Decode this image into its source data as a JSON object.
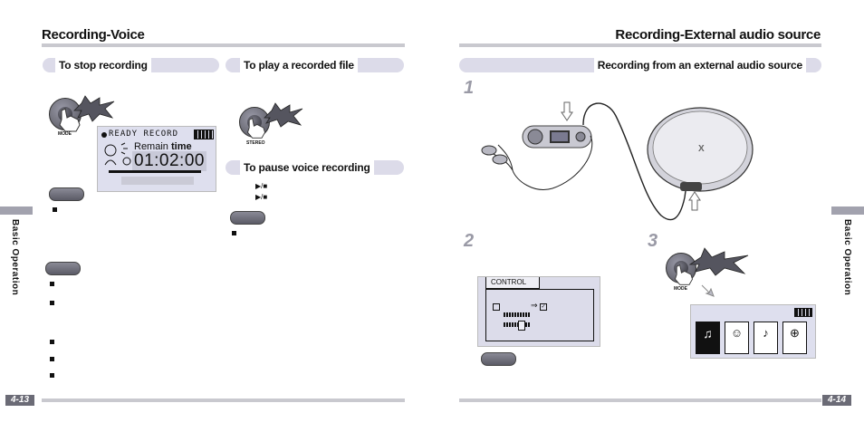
{
  "left_page": {
    "title": "Recording-Voice",
    "section_stop": "To stop recording",
    "section_play": "To play a recorded file",
    "section_pause": "To pause voice recording",
    "mode_label": "MODE",
    "stereo_label": "STEREO",
    "lcd": {
      "status": "READY RECORD",
      "remain_label": "Remain",
      "remain_word": "time",
      "time": "01:02:00"
    },
    "play_pause_glyph_1": "▶/■",
    "play_pause_glyph_2": "▶/■",
    "sidebar_label": "Basic Operation",
    "page_number": "4-13"
  },
  "right_page": {
    "title": "Recording-External audio source",
    "section_external": "Recording from an external audio source",
    "step_1": "1",
    "step_2": "2",
    "step_3": "3",
    "control_lcd_title": "CONTROL",
    "mode_label": "MODE",
    "sidebar_label": "Basic Operation",
    "page_number": "4-14"
  }
}
